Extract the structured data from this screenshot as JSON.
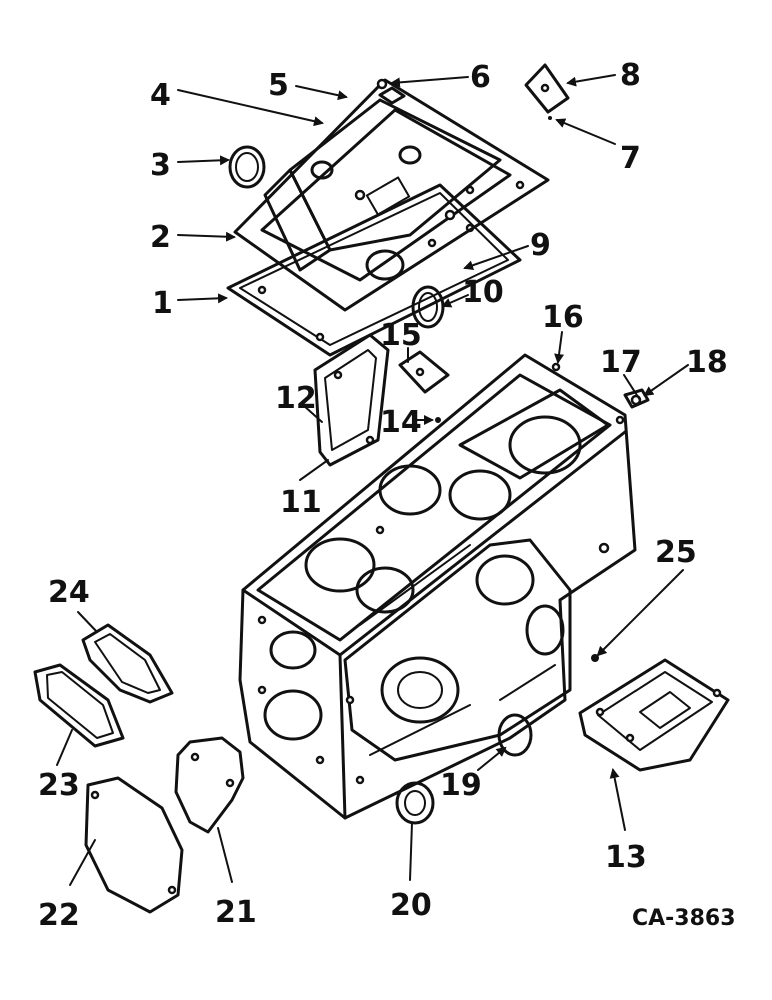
{
  "diagram": {
    "drawing_code": "CA-3863",
    "callouts": [
      "1",
      "2",
      "3",
      "4",
      "5",
      "6",
      "7",
      "8",
      "9",
      "10",
      "11",
      "12",
      "13",
      "14",
      "15",
      "16",
      "17",
      "18",
      "19",
      "20",
      "21",
      "22",
      "23",
      "24",
      "25"
    ]
  }
}
